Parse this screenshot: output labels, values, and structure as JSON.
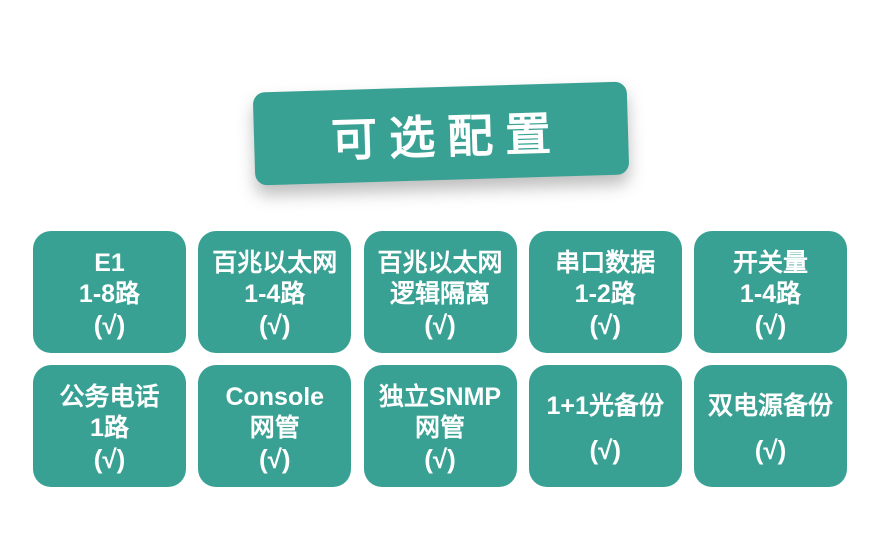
{
  "banner": {
    "title": "可选配置"
  },
  "theme": {
    "accent_teal": "#38A193",
    "text_on_teal": "#FFFFFF",
    "background": "#FFFFFF"
  },
  "check_symbol": "(√)",
  "cards": [
    {
      "title_lines": [
        "E1",
        "1-8路"
      ],
      "check": "(√)"
    },
    {
      "title_lines": [
        "百兆以太网",
        "1-4路"
      ],
      "check": "(√)"
    },
    {
      "title_lines": [
        "百兆以太网",
        "逻辑隔离"
      ],
      "check": "(√)"
    },
    {
      "title_lines": [
        "串口数据",
        "1-2路"
      ],
      "check": "(√)"
    },
    {
      "title_lines": [
        "开关量",
        "1-4路"
      ],
      "check": "(√)"
    },
    {
      "title_lines": [
        "公务电话",
        "1路"
      ],
      "check": "(√)"
    },
    {
      "title_lines": [
        "Console",
        "网管"
      ],
      "check": "(√)"
    },
    {
      "title_lines": [
        "独立SNMP",
        "网管"
      ],
      "check": "(√)"
    },
    {
      "title_lines": [
        "1+1光备份"
      ],
      "check": "(√)"
    },
    {
      "title_lines": [
        "双电源备份"
      ],
      "check": "(√)"
    }
  ]
}
